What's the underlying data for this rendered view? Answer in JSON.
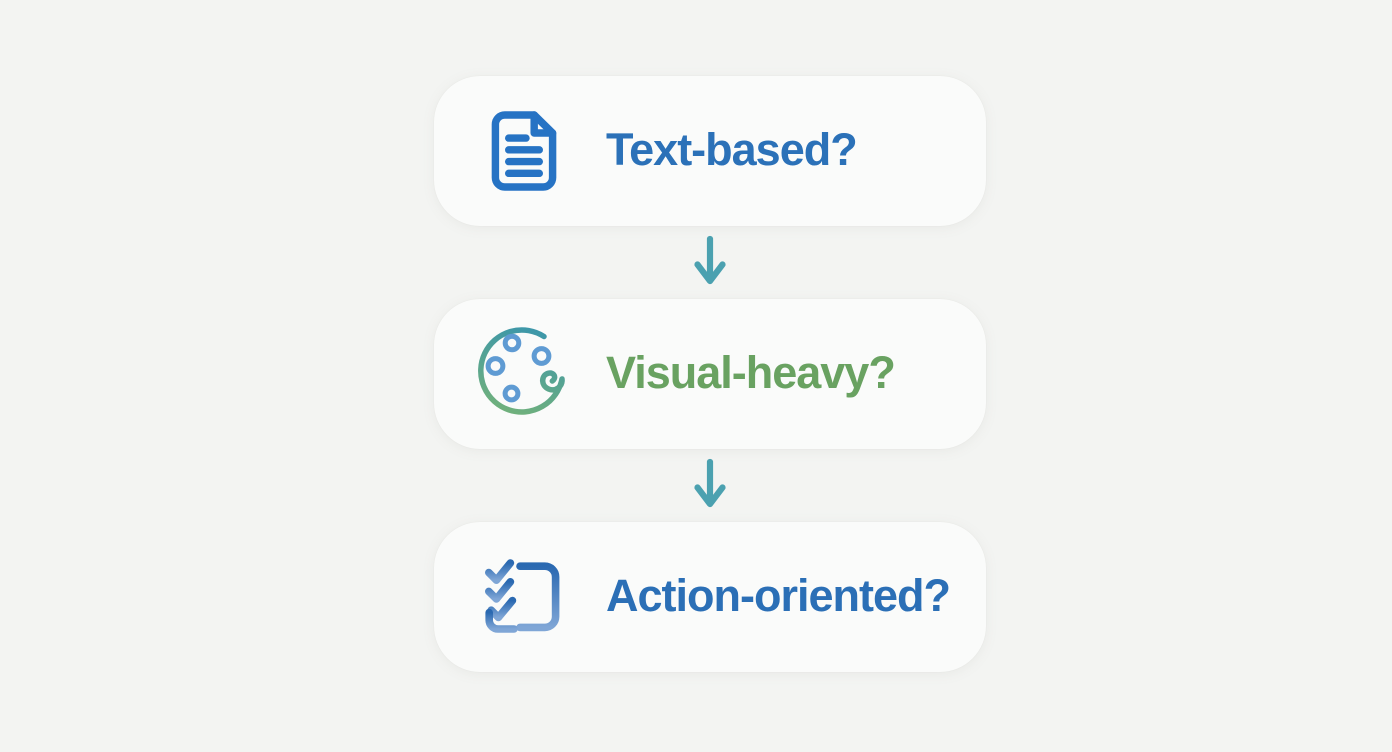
{
  "diagram": {
    "nodes": [
      {
        "id": "text-based",
        "label": "Text-based?",
        "icon": "document-icon",
        "text_color": "#2b71b8"
      },
      {
        "id": "visual-heavy",
        "label": "Visual-heavy?",
        "icon": "palette-icon",
        "text_color": "#69a261"
      },
      {
        "id": "action-oriented",
        "label": "Action-oriented?",
        "icon": "checklist-icon",
        "text_color": "#2b6fb6"
      }
    ],
    "connectors": [
      {
        "from": "text-based",
        "to": "visual-heavy",
        "type": "arrow-down",
        "color": "#4ba1b0"
      },
      {
        "from": "visual-heavy",
        "to": "action-oriented",
        "type": "arrow-down",
        "color": "#4ba1b0"
      }
    ],
    "colors": {
      "page_background": "#f3f4f2",
      "card_background": "#fafbfa",
      "document_icon_blue": "#2673c4",
      "palette_outline_gradient": [
        "#3d97a9",
        "#6fb07c"
      ],
      "palette_dots_blue": "#5f9bd3",
      "checklist_gradient": [
        "#2a69b1",
        "#7fa6d6"
      ],
      "arrow_teal": "#4ba1b0"
    }
  }
}
